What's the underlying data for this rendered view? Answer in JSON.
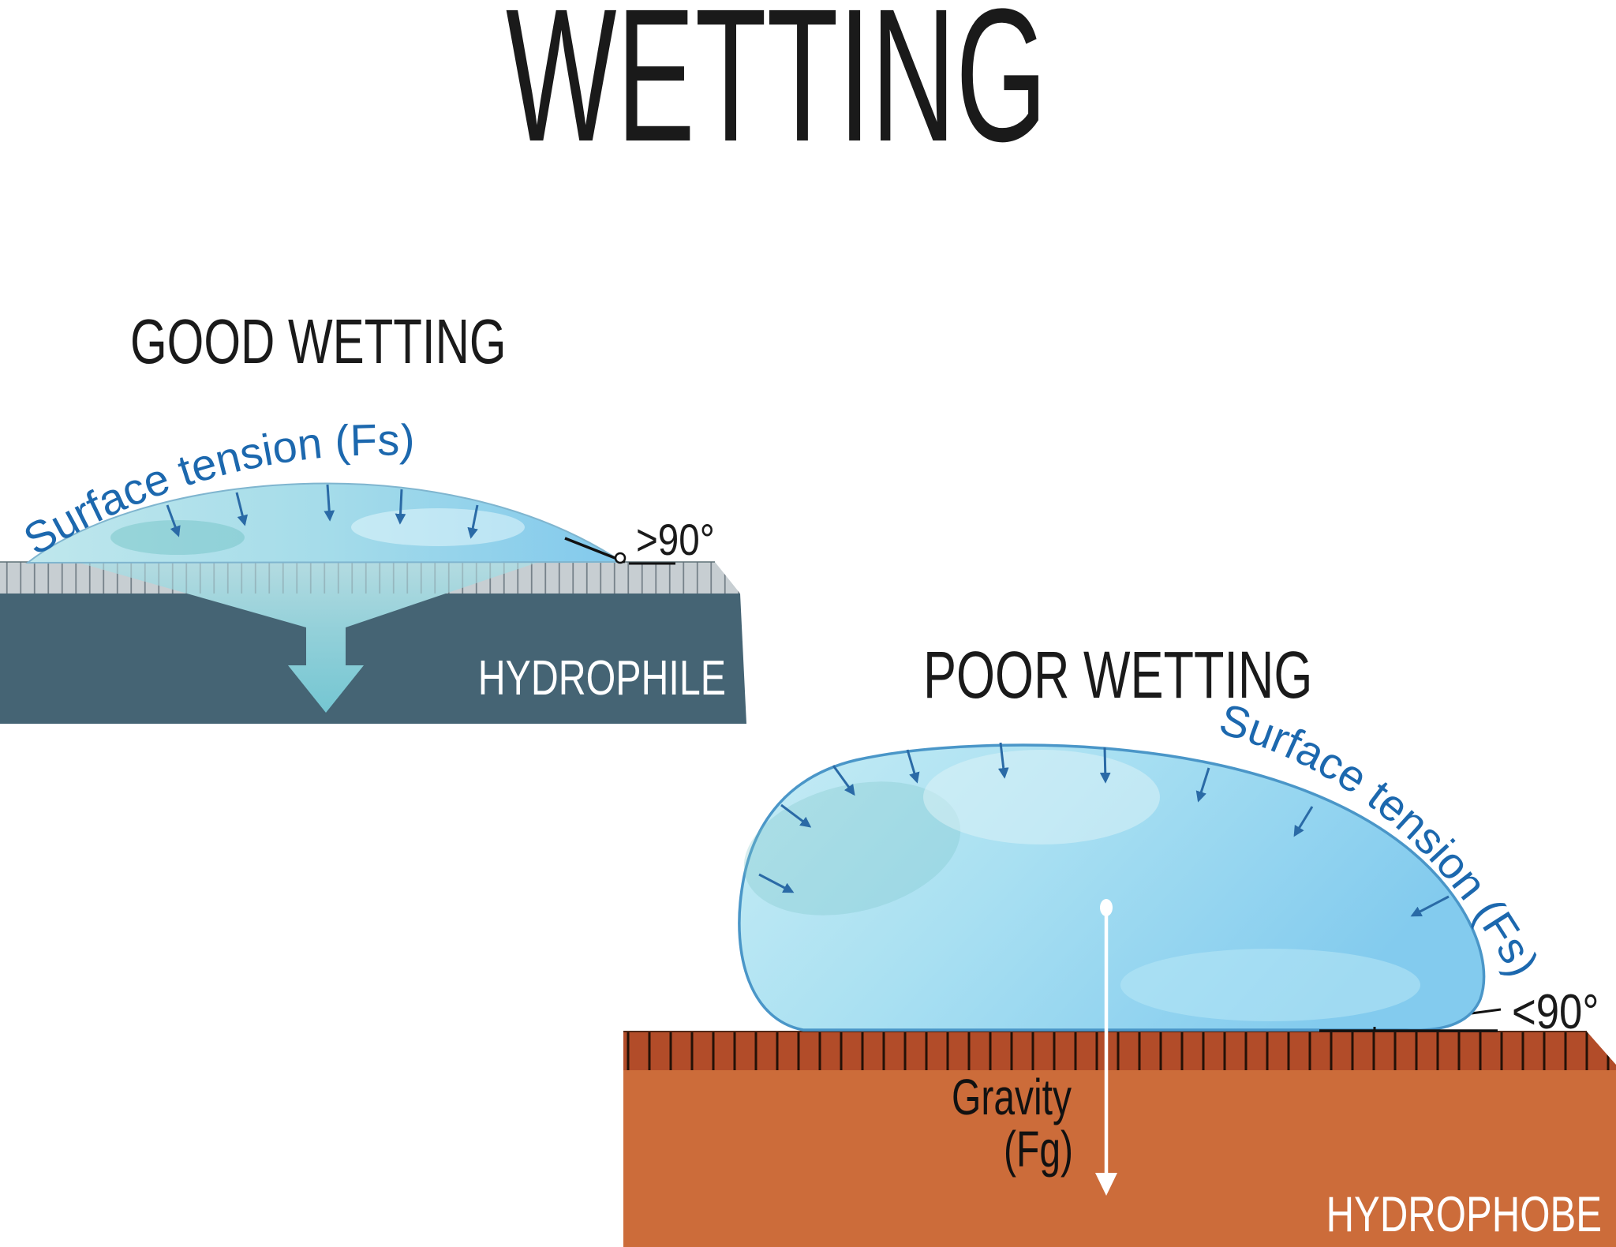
{
  "title": "WETTING",
  "good_wetting": {
    "heading": "GOOD WETTING",
    "surface_tension_label": "Surface tension (Fs)",
    "contact_angle": ">90°",
    "surface_label": "HYDROPHILE"
  },
  "poor_wetting": {
    "heading": "POOR WETTING",
    "surface_tension_label": "Surface tension (Fs)",
    "contact_angle": "<90°",
    "gravity_label_line1": "Gravity",
    "gravity_label_line2": "(Fg)",
    "surface_label": "HYDROPHOBE"
  },
  "colors": {
    "label_blue": "#1c68ae",
    "arrow_blue": "#2a6aa6",
    "hydrophile_slab": "#456474",
    "hydrophile_hatch": "#c7ced2",
    "hydrophobe_hatch_strip": "#b24c29",
    "hydrophobe_body": "#cc6c3a",
    "water_light": "#c6ecf4",
    "water_deep": "#83cbee",
    "text_black": "#1a1a1a",
    "text_white": "#ffffff"
  }
}
